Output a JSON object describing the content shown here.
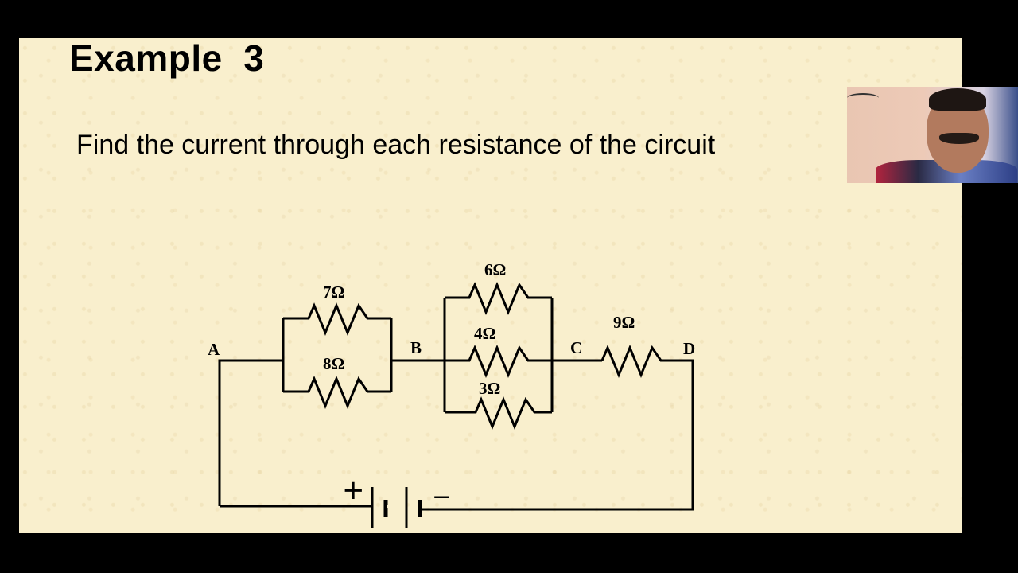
{
  "slide": {
    "title": "Example  3",
    "question": "Find the current through each resistance of the circuit"
  },
  "circuit": {
    "nodes": [
      "A",
      "B",
      "C",
      "D"
    ],
    "resistors": [
      {
        "label": "7Ω",
        "value_ohm": 7,
        "between": "A-B"
      },
      {
        "label": "8Ω",
        "value_ohm": 8,
        "between": "A-B"
      },
      {
        "label": "6Ω",
        "value_ohm": 6,
        "between": "B-C"
      },
      {
        "label": "4Ω",
        "value_ohm": 4,
        "between": "B-C"
      },
      {
        "label": "3Ω",
        "value_ohm": 3,
        "between": "B-C"
      },
      {
        "label": "9Ω",
        "value_ohm": 9,
        "between": "C-D"
      }
    ],
    "battery": {
      "plus_symbol": "+",
      "minus_symbol": "−"
    }
  },
  "webcam": {
    "icon": "presenter-video"
  }
}
